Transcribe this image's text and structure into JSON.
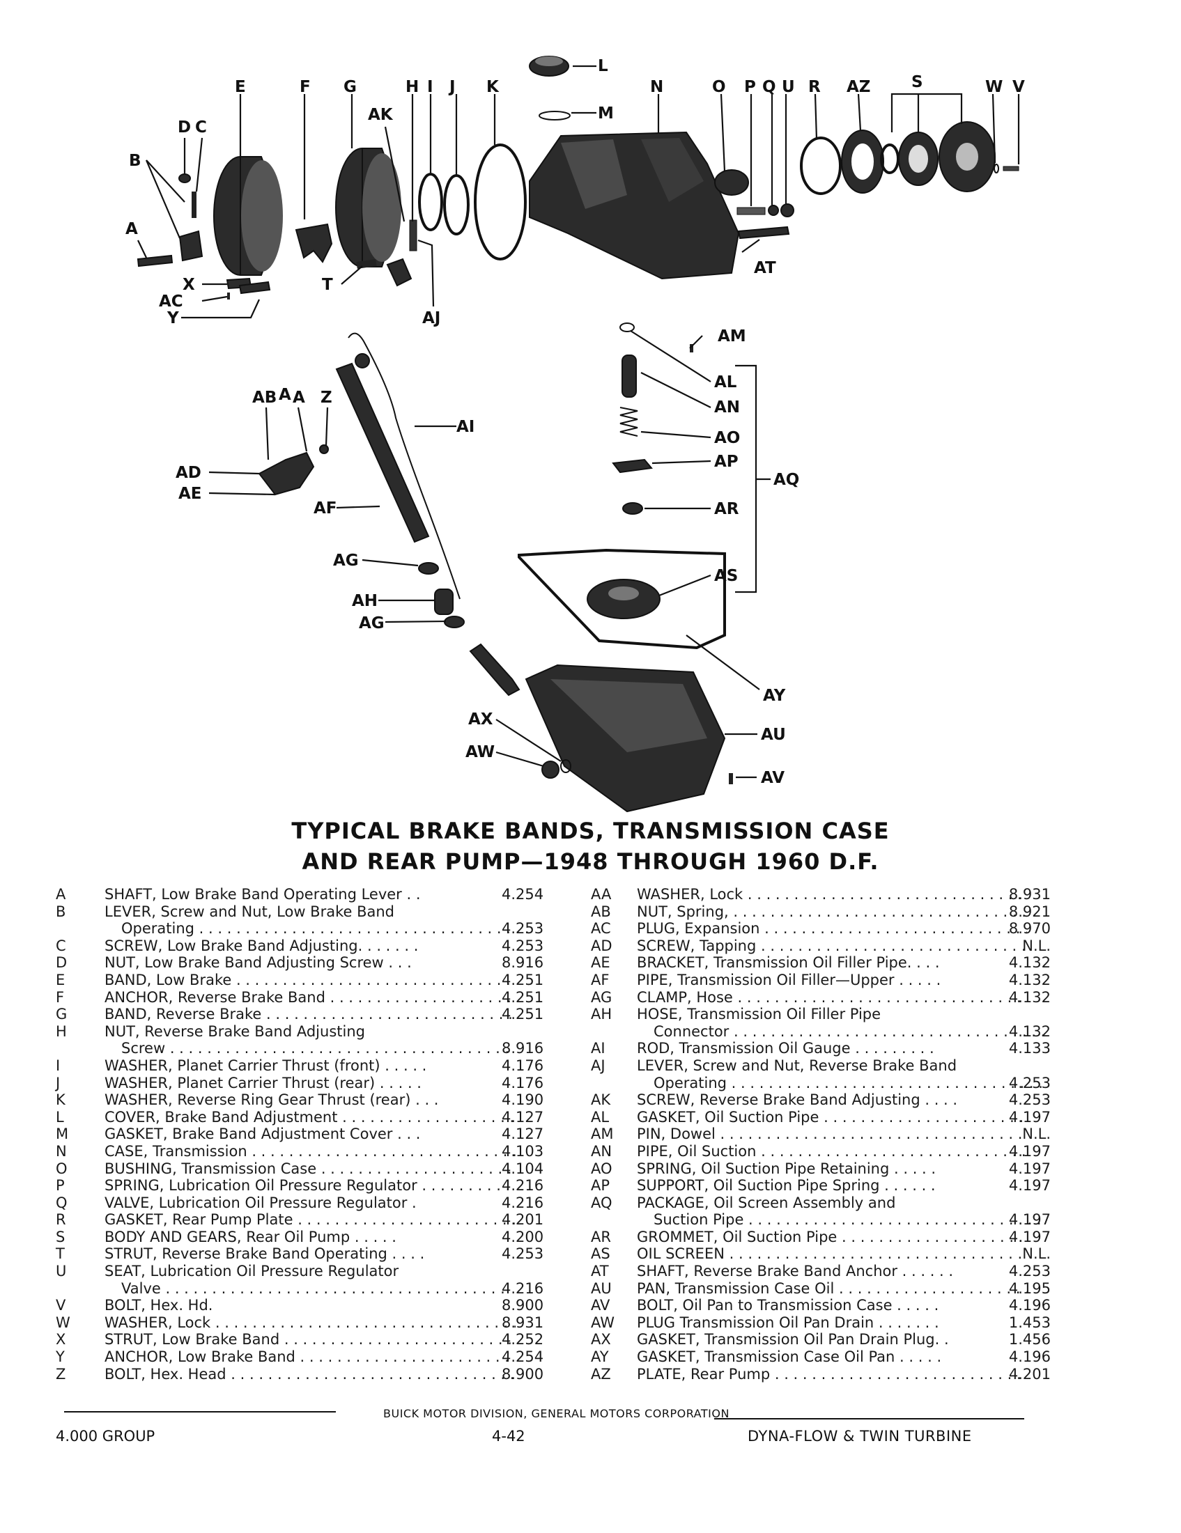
{
  "callouts": [
    "L",
    "M",
    "E",
    "F",
    "G",
    "H",
    "I",
    "J",
    "K",
    "N",
    "O",
    "P",
    "Q",
    "U",
    "R",
    "AZ",
    "S",
    "W",
    "V",
    "D",
    "C",
    "AK",
    "B",
    "A",
    "X",
    "AC",
    "Y",
    "T",
    "AJ",
    "AT",
    "AM",
    "AL",
    "AN",
    "AO",
    "AP",
    "AQ",
    "AR",
    "AB",
    "A",
    "A",
    "Z",
    "AI",
    "AD",
    "AE",
    "AF",
    "AG",
    "AH",
    "AG",
    "AS",
    "AY",
    "AX",
    "AU",
    "AW",
    "AV"
  ],
  "caption": {
    "line1": "TYPICAL BRAKE BANDS, TRANSMISSION CASE",
    "line2": "AND REAR PUMP—1948 THROUGH 1960 D.F."
  },
  "legend_left": [
    {
      "code": "A",
      "desc": "SHAFT, Low Brake Band Operating Lever . .",
      "num": "4.254"
    },
    {
      "code": "B",
      "desc": "LEVER, Screw and Nut, Low Brake Band",
      "num": ""
    },
    {
      "code": "",
      "desc": "Operating",
      "num": "4.253"
    },
    {
      "code": "C",
      "desc": "SCREW, Low Brake Band Adjusting. . . . . . .",
      "num": "4.253"
    },
    {
      "code": "D",
      "desc": "NUT, Low Brake Band Adjusting Screw . . .",
      "num": "8.916"
    },
    {
      "code": "E",
      "desc": "BAND, Low Brake",
      "num": "4.251"
    },
    {
      "code": "F",
      "desc": "ANCHOR, Reverse Brake Band",
      "num": "4.251"
    },
    {
      "code": "G",
      "desc": "BAND, Reverse Brake",
      "num": "4.251"
    },
    {
      "code": "H",
      "desc": "NUT, Reverse Brake Band Adjusting",
      "num": ""
    },
    {
      "code": "",
      "desc": "Screw",
      "num": "8.916"
    },
    {
      "code": "I",
      "desc": "WASHER, Planet Carrier Thrust (front) . . . . .",
      "num": "4.176"
    },
    {
      "code": "J",
      "desc": "WASHER, Planet Carrier Thrust (rear) . . . . .",
      "num": "4.176"
    },
    {
      "code": "K",
      "desc": "WASHER, Reverse Ring Gear Thrust (rear) . . .",
      "num": "4.190"
    },
    {
      "code": "L",
      "desc": "COVER, Brake Band Adjustment",
      "num": "4.127"
    },
    {
      "code": "M",
      "desc": "GASKET, Brake Band Adjustment Cover . . .",
      "num": "4.127"
    },
    {
      "code": "N",
      "desc": "CASE, Transmission",
      "num": "4.103"
    },
    {
      "code": "O",
      "desc": "BUSHING, Transmission Case",
      "num": "4.104"
    },
    {
      "code": "P",
      "desc": "SPRING, Lubrication Oil Pressure Regulator",
      "num": "4.216"
    },
    {
      "code": "Q",
      "desc": "VALVE, Lubrication Oil Pressure Regulator .",
      "num": "4.216"
    },
    {
      "code": "R",
      "desc": "GASKET, Rear Pump Plate",
      "num": "4.201"
    },
    {
      "code": "S",
      "desc": "BODY AND GEARS, Rear Oil Pump . . . . .",
      "num": "4.200"
    },
    {
      "code": "T",
      "desc": "STRUT, Reverse Brake Band Operating . . . .",
      "num": "4.253"
    },
    {
      "code": "U",
      "desc": "SEAT, Lubrication Oil Pressure Regulator",
      "num": ""
    },
    {
      "code": "",
      "desc": "Valve",
      "num": "4.216"
    },
    {
      "code": "V",
      "desc": "BOLT, Hex. Hd.",
      "num": "8.900"
    },
    {
      "code": "W",
      "desc": "WASHER, Lock",
      "num": "8.931"
    },
    {
      "code": "X",
      "desc": "STRUT, Low Brake Band",
      "num": "4.252"
    },
    {
      "code": "Y",
      "desc": "ANCHOR, Low Brake Band",
      "num": "4.254"
    },
    {
      "code": "Z",
      "desc": "BOLT, Hex. Head",
      "num": "8.900"
    }
  ],
  "legend_right": [
    {
      "code": "AA",
      "desc": "WASHER, Lock",
      "num": "8.931"
    },
    {
      "code": "AB",
      "desc": "NUT, Spring,",
      "num": "8.921"
    },
    {
      "code": "AC",
      "desc": "PLUG, Expansion",
      "num": "8.970"
    },
    {
      "code": "AD",
      "desc": "SCREW, Tapping",
      "num": "N.L."
    },
    {
      "code": "AE",
      "desc": "BRACKET, Transmission Oil Filler Pipe. . . .",
      "num": "4.132"
    },
    {
      "code": "AF",
      "desc": "PIPE, Transmission Oil Filler—Upper . . . . .",
      "num": "4.132"
    },
    {
      "code": "AG",
      "desc": "CLAMP, Hose",
      "num": "4.132"
    },
    {
      "code": "AH",
      "desc": "HOSE, Transmission Oil Filler Pipe",
      "num": ""
    },
    {
      "code": "",
      "desc": "Connector",
      "num": "4.132"
    },
    {
      "code": "AI",
      "desc": "ROD, Transmission Oil Gauge . . . . . . . . .",
      "num": "4.133"
    },
    {
      "code": "AJ",
      "desc": "LEVER, Screw and Nut, Reverse Brake Band",
      "num": ""
    },
    {
      "code": "",
      "desc": "Operating",
      "num": "4.253"
    },
    {
      "code": "AK",
      "desc": "SCREW, Reverse Brake Band Adjusting . . . .",
      "num": "4.253"
    },
    {
      "code": "AL",
      "desc": "GASKET, Oil Suction Pipe",
      "num": "4.197"
    },
    {
      "code": "AM",
      "desc": "PIN, Dowel",
      "num": "N.L."
    },
    {
      "code": "AN",
      "desc": "PIPE, Oil Suction",
      "num": "4.197"
    },
    {
      "code": "AO",
      "desc": "SPRING, Oil Suction Pipe Retaining . . . . .",
      "num": "4.197"
    },
    {
      "code": "AP",
      "desc": "SUPPORT, Oil Suction Pipe Spring . . . . . .",
      "num": "4.197"
    },
    {
      "code": "AQ",
      "desc": "PACKAGE, Oil Screen Assembly and",
      "num": ""
    },
    {
      "code": "",
      "desc": "Suction Pipe",
      "num": "4.197"
    },
    {
      "code": "AR",
      "desc": "GROMMET, Oil Suction Pipe",
      "num": "4.197"
    },
    {
      "code": "AS",
      "desc": "OIL SCREEN",
      "num": "N.L."
    },
    {
      "code": "AT",
      "desc": "SHAFT, Reverse Brake Band Anchor . . . . . .",
      "num": "4.253"
    },
    {
      "code": "AU",
      "desc": "PAN, Transmission Case Oil",
      "num": "4.195"
    },
    {
      "code": "AV",
      "desc": "BOLT, Oil Pan to Transmission Case . . . . .",
      "num": "4.196"
    },
    {
      "code": "AW",
      "desc": "PLUG Transmission Oil Pan Drain . . . . . . .",
      "num": "1.453"
    },
    {
      "code": "AX",
      "desc": "GASKET, Transmission Oil Pan Drain Plug. .",
      "num": "1.456"
    },
    {
      "code": "AY",
      "desc": "GASKET, Transmission Case Oil Pan . . . . .",
      "num": "4.196"
    },
    {
      "code": "AZ",
      "desc": "PLATE, Rear Pump",
      "num": "4.201"
    }
  ],
  "footer": {
    "publisher": "BUICK MOTOR DIVISION, GENERAL MOTORS CORPORATION",
    "group": "4.000 GROUP",
    "page": "4-42",
    "section": "DYNA-FLOW & TWIN TURBINE"
  }
}
